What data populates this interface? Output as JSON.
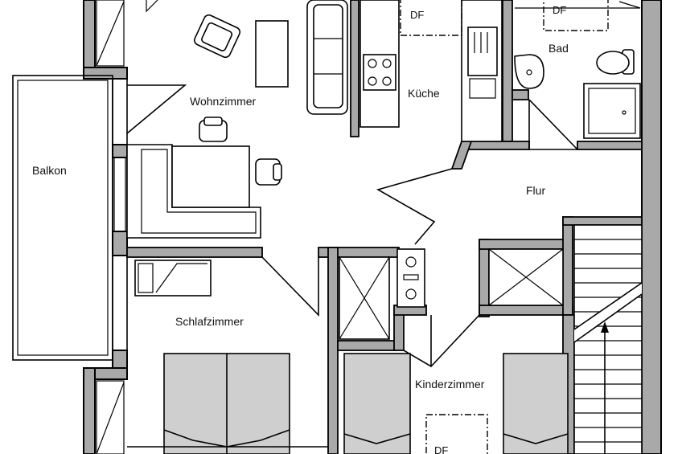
{
  "plan": {
    "rooms": {
      "wohnzimmer": "Wohnzimmer",
      "kueche": "Küche",
      "bad": "Bad",
      "balkon": "Balkon",
      "flur": "Flur",
      "schlafzimmer": "Schlafzimmer",
      "kinderzimmer": "Kinderzimmer"
    },
    "markers": {
      "df_kitchen": "DF",
      "df_bath": "DF",
      "df_kids": "DF"
    }
  }
}
